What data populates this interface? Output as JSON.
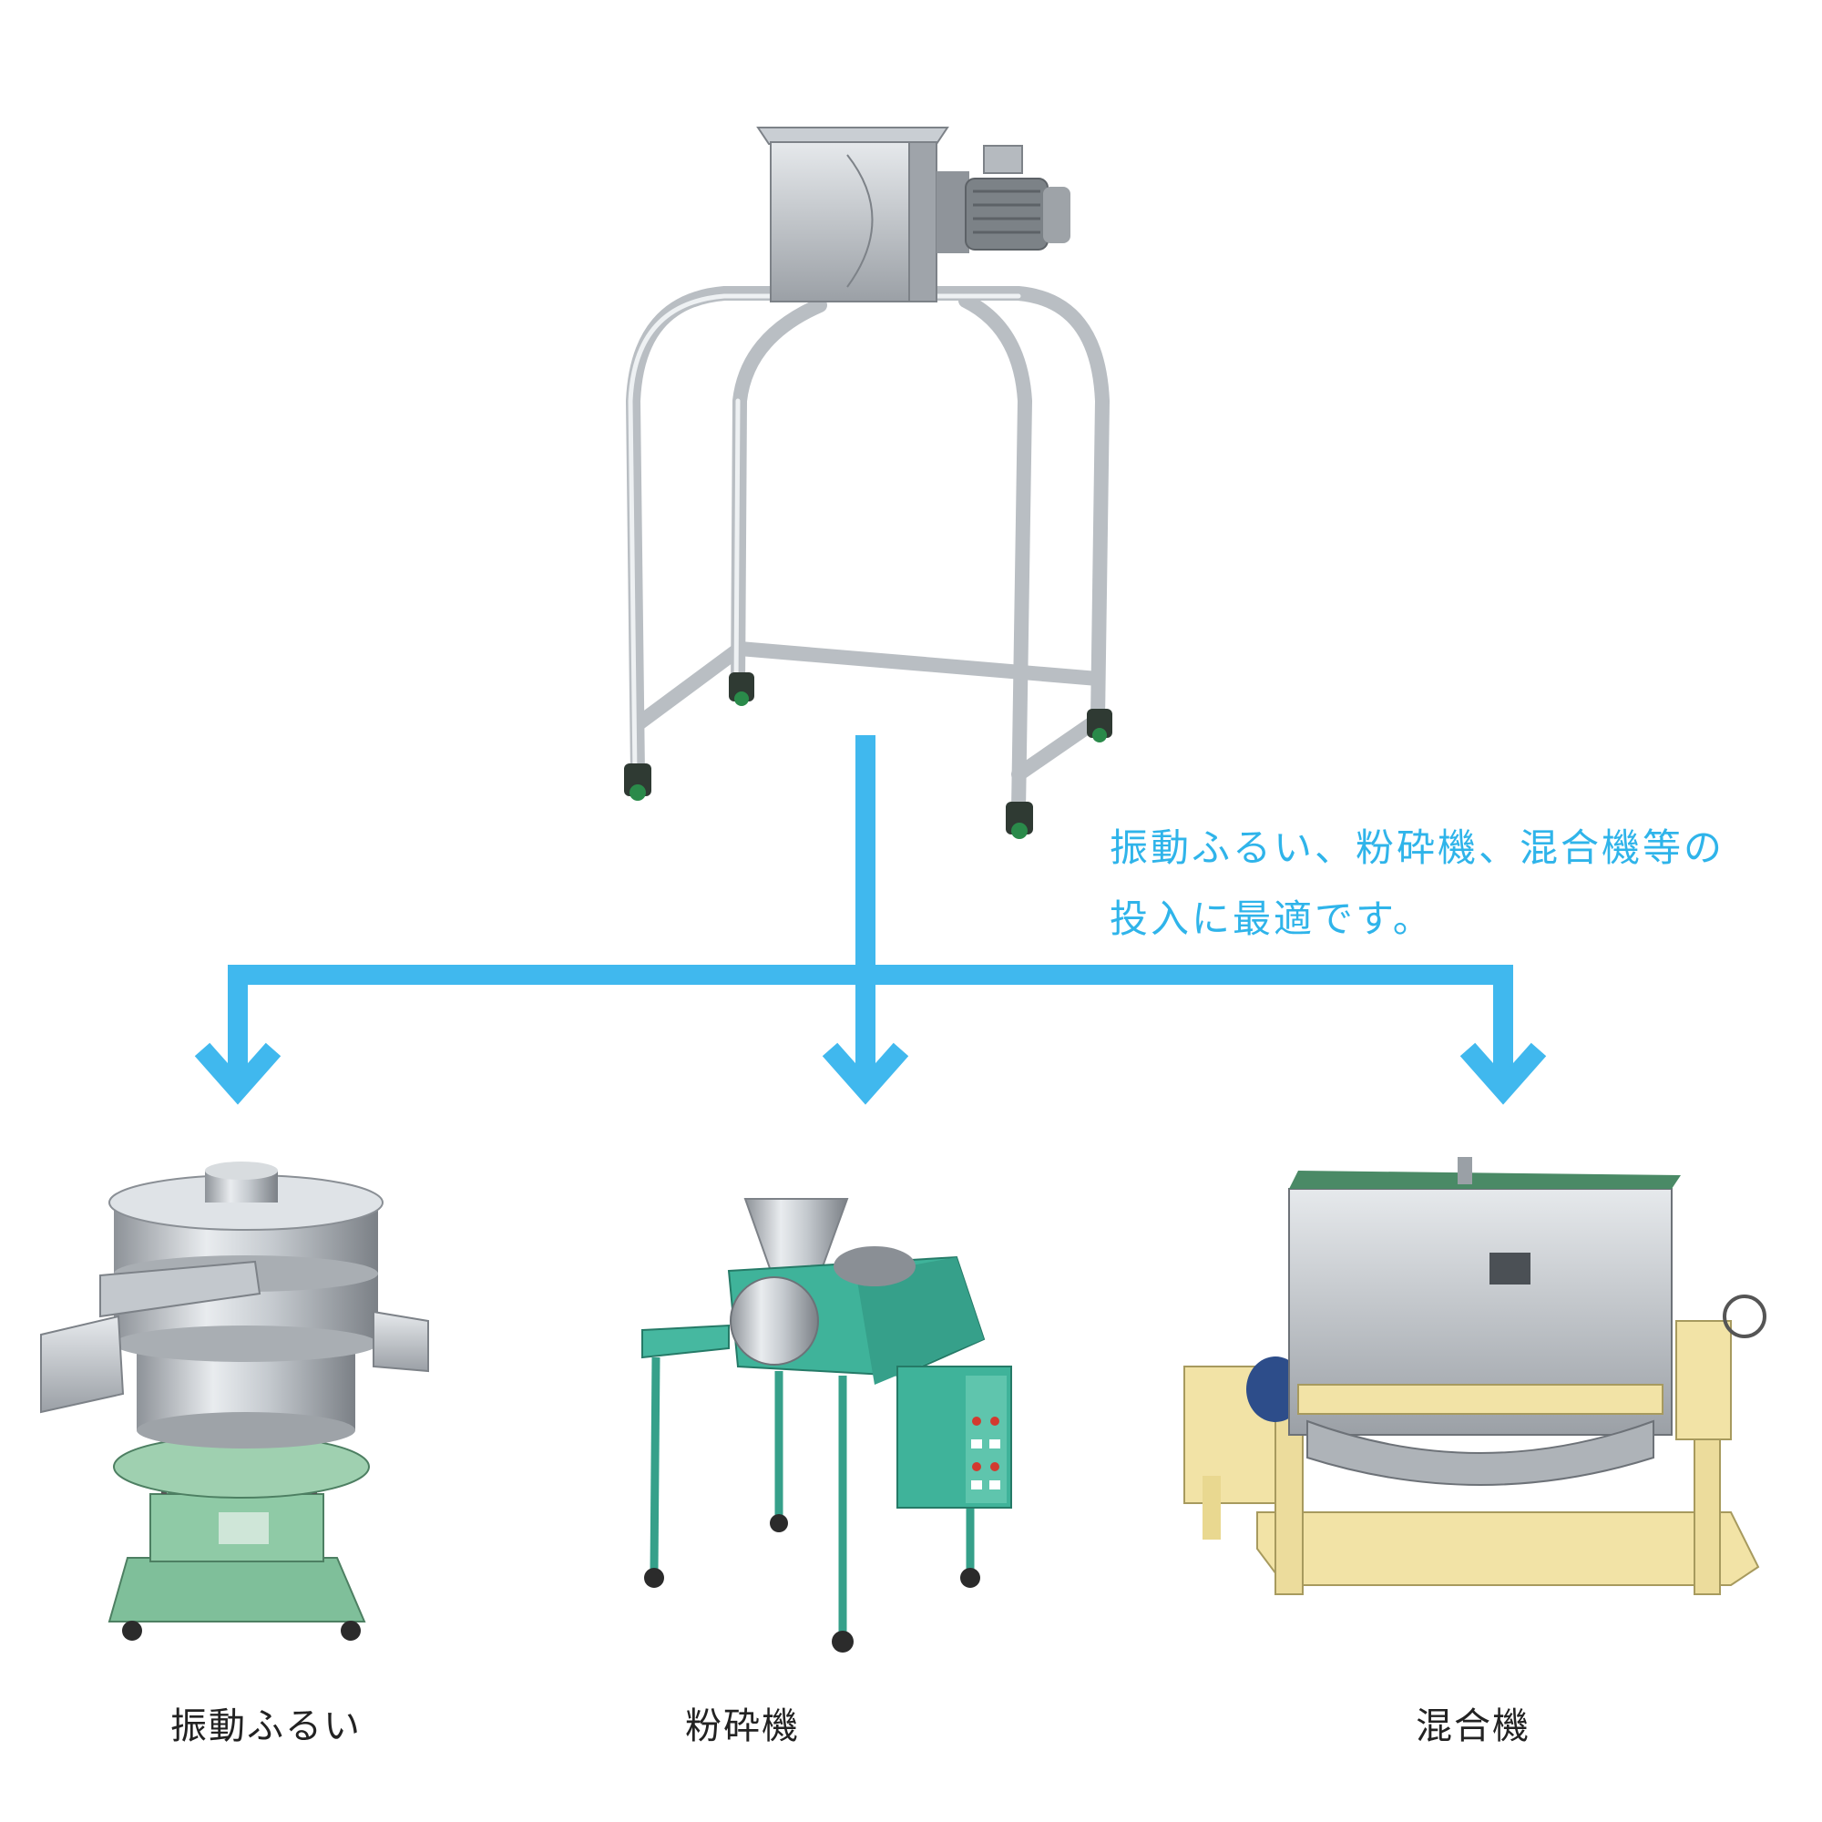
{
  "colors": {
    "accent": "#40b8ee",
    "text_dark": "#222222",
    "text_accent": "#2fb4ea"
  },
  "description": {
    "line1": "振動ふるい、粉砕機、混合機等の",
    "line2": "投入に最適です。"
  },
  "machines": {
    "feeder": {
      "icon": "rotary-feeder-stand-icon"
    },
    "sieve": {
      "label": "振動ふるい",
      "icon": "vibrating-sieve-icon"
    },
    "pulverizer": {
      "label": "粉砕機",
      "icon": "pulverizer-icon"
    },
    "mixer": {
      "label": "混合機",
      "icon": "mixer-icon"
    }
  }
}
